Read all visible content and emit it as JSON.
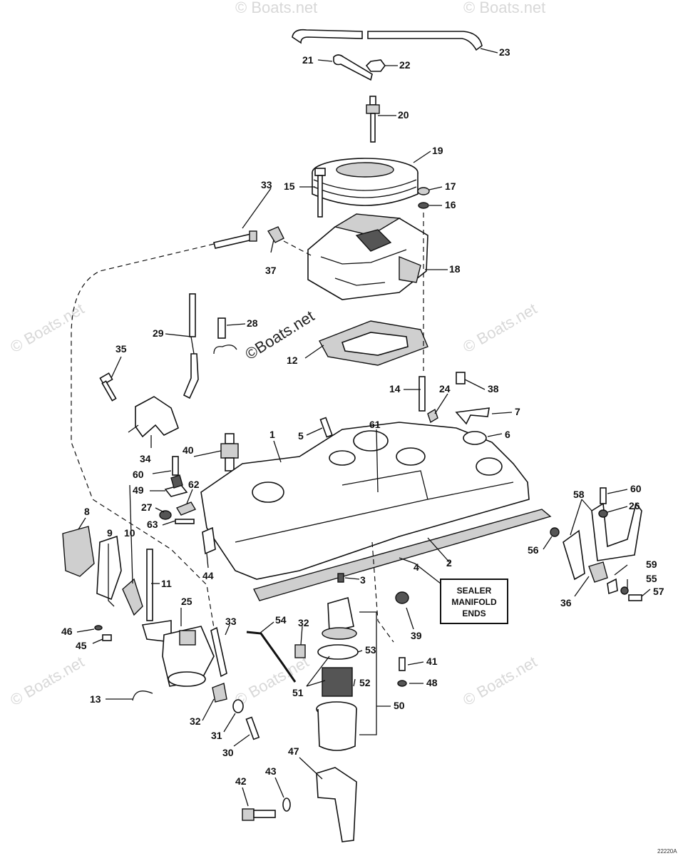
{
  "diagram": {
    "watermark_text": "© Boats.net",
    "center_mark_text": "©Boats.net",
    "note_lines": [
      "SEALER",
      "MANIFOLD",
      "ENDS"
    ],
    "footer_code": "22220A",
    "callouts": {
      "c1": "1",
      "c2": "2",
      "c3": "3",
      "c4": "4",
      "c5": "5",
      "c6": "6",
      "c7": "7",
      "c8": "8",
      "c9": "9",
      "c10": "10",
      "c11": "11",
      "c12": "12",
      "c13": "13",
      "c14": "14",
      "c15": "15",
      "c16": "16",
      "c17": "17",
      "c18": "18",
      "c19": "19",
      "c20": "20",
      "c21": "21",
      "c22": "22",
      "c23": "23",
      "c24": "24",
      "c25": "25",
      "c26": "26",
      "c27": "27",
      "c28": "28",
      "c29": "29",
      "c30": "30",
      "c31": "31",
      "c32a": "32",
      "c32b": "32",
      "c33a": "33",
      "c33b": "33",
      "c34": "34",
      "c35": "35",
      "c36": "36",
      "c37": "37",
      "c38": "38",
      "c39": "39",
      "c40": "40",
      "c41": "41",
      "c42": "42",
      "c43": "43",
      "c44": "44",
      "c45": "45",
      "c46": "46",
      "c47": "47",
      "c48": "48",
      "c49": "49",
      "c50": "50",
      "c51": "51",
      "c52": "52",
      "c53": "53",
      "c54": "54",
      "c55": "55",
      "c56": "56",
      "c57": "57",
      "c58": "58",
      "c59": "59",
      "c60a": "60",
      "c60b": "60",
      "c61": "61",
      "c62": "62",
      "c63": "63"
    }
  }
}
